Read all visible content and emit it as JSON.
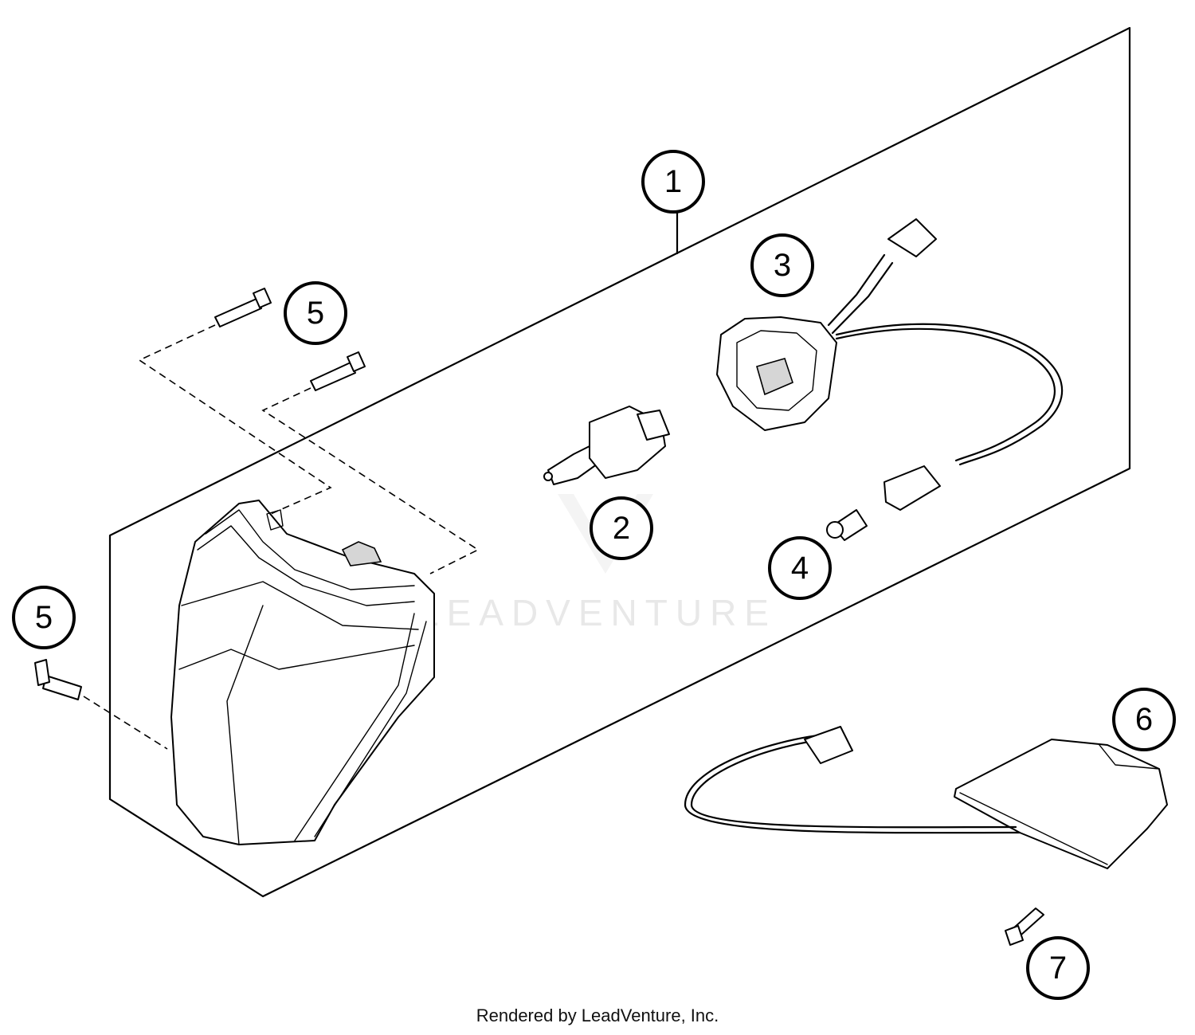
{
  "watermark": "LEADVENTURE",
  "callouts": [
    "1",
    "2",
    "3",
    "4",
    "5",
    "5",
    "6",
    "7"
  ],
  "footer": "Rendered by LeadVenture, Inc."
}
